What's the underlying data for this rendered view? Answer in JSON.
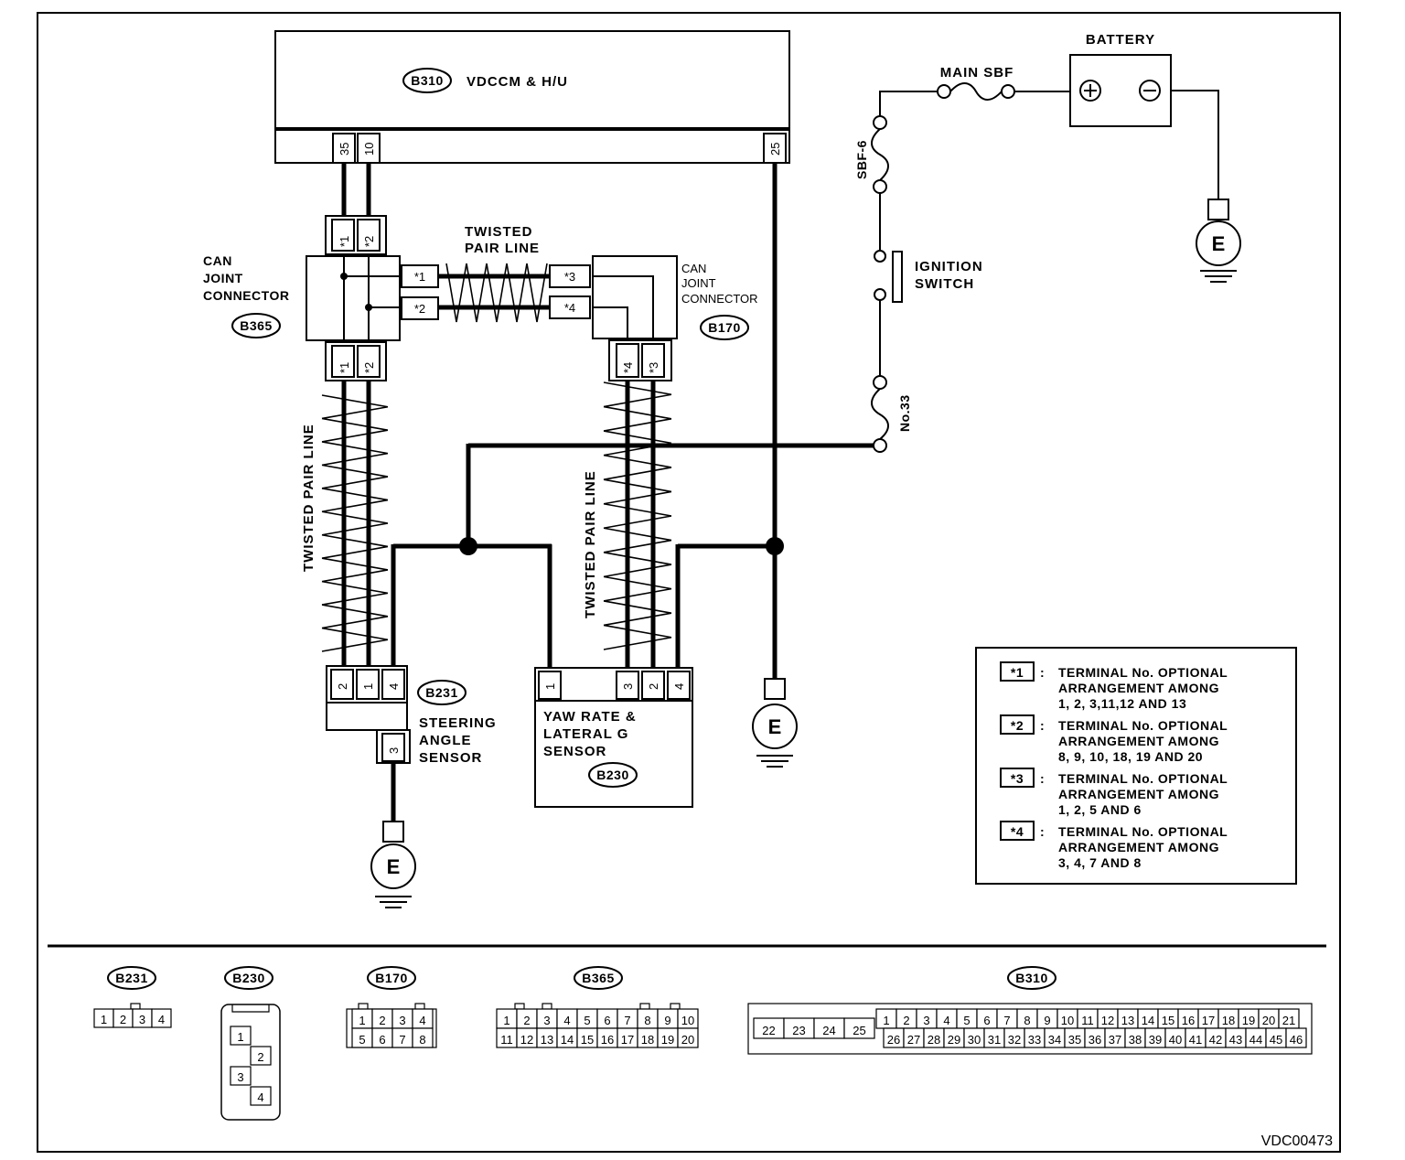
{
  "modules": {
    "vdccm": {
      "id": "B310",
      "label": "VDCCM & H/U",
      "pins": [
        "35",
        "10",
        "25"
      ]
    },
    "can_b365": {
      "id": "B365",
      "label": [
        "CAN",
        "JOINT",
        "CONNECTOR"
      ],
      "top_pins": [
        "*1",
        "*2"
      ],
      "bottom_pins": [
        "*1",
        "*2"
      ],
      "side_pins": [
        "*1",
        "*2"
      ]
    },
    "can_b170": {
      "id": "B170",
      "label": [
        "CAN",
        "JOINT",
        "CONNECTOR"
      ],
      "side_pins": [
        "*3",
        "*4"
      ],
      "bottom_pins": [
        "*4",
        "*3"
      ]
    },
    "steering": {
      "id": "B231",
      "label": [
        "STEERING",
        "ANGLE",
        "SENSOR"
      ],
      "pins": [
        "2",
        "1",
        "4"
      ],
      "ground_pin": "3"
    },
    "yaw": {
      "id": "B230",
      "label": [
        "YAW RATE &",
        "LATERAL G",
        "SENSOR"
      ],
      "pins": [
        "1",
        "3",
        "2",
        "4"
      ]
    }
  },
  "power": {
    "battery": "BATTERY",
    "main_sbf": "MAIN SBF",
    "sbf6": "SBF-6",
    "ignition": [
      "IGNITION",
      "SWITCH"
    ],
    "fuse33": "No.33",
    "ground": "E"
  },
  "twisted": {
    "top": [
      "TWISTED",
      "PAIR LINE"
    ],
    "left": "TWISTED PAIR LINE",
    "right": "TWISTED PAIR LINE"
  },
  "legend": [
    {
      "mark": "*1",
      "lines": [
        "TERMINAL No. OPTIONAL",
        "ARRANGEMENT AMONG",
        "1, 2, 3,11,12 AND 13"
      ]
    },
    {
      "mark": "*2",
      "lines": [
        "TERMINAL No. OPTIONAL",
        "ARRANGEMENT AMONG",
        "8, 9, 10, 18, 19 AND 20"
      ]
    },
    {
      "mark": "*3",
      "lines": [
        "TERMINAL No. OPTIONAL",
        "ARRANGEMENT AMONG",
        "1, 2, 5  AND 6"
      ]
    },
    {
      "mark": "*4",
      "lines": [
        "TERMINAL No. OPTIONAL",
        "ARRANGEMENT AMONG",
        "3, 4, 7 AND 8"
      ]
    }
  ],
  "connectors": {
    "b231": {
      "id": "B231",
      "pins": [
        "1",
        "2",
        "3",
        "4"
      ]
    },
    "b230": {
      "id": "B230",
      "pins": [
        "1",
        "2",
        "3",
        "4"
      ]
    },
    "b170": {
      "id": "B170",
      "rows": [
        [
          "1",
          "2",
          "3",
          "4"
        ],
        [
          "5",
          "6",
          "7",
          "8"
        ]
      ]
    },
    "b365": {
      "id": "B365",
      "rows": [
        [
          "1",
          "2",
          "3",
          "4",
          "5",
          "6",
          "7",
          "8",
          "9",
          "10"
        ],
        [
          "11",
          "12",
          "13",
          "14",
          "15",
          "16",
          "17",
          "18",
          "19",
          "20"
        ]
      ]
    },
    "b310": {
      "id": "B310",
      "left": [
        "22",
        "23",
        "24",
        "25"
      ],
      "rows": [
        [
          "1",
          "2",
          "3",
          "4",
          "5",
          "6",
          "7",
          "8",
          "9",
          "10",
          "11",
          "12",
          "13",
          "14",
          "15",
          "16",
          "17",
          "18",
          "19",
          "20",
          "21"
        ],
        [
          "26",
          "27",
          "28",
          "29",
          "30",
          "31",
          "32",
          "33",
          "34",
          "35",
          "36",
          "37",
          "38",
          "39",
          "40",
          "41",
          "42",
          "43",
          "44",
          "45",
          "46"
        ]
      ]
    }
  },
  "code": "VDC00473"
}
